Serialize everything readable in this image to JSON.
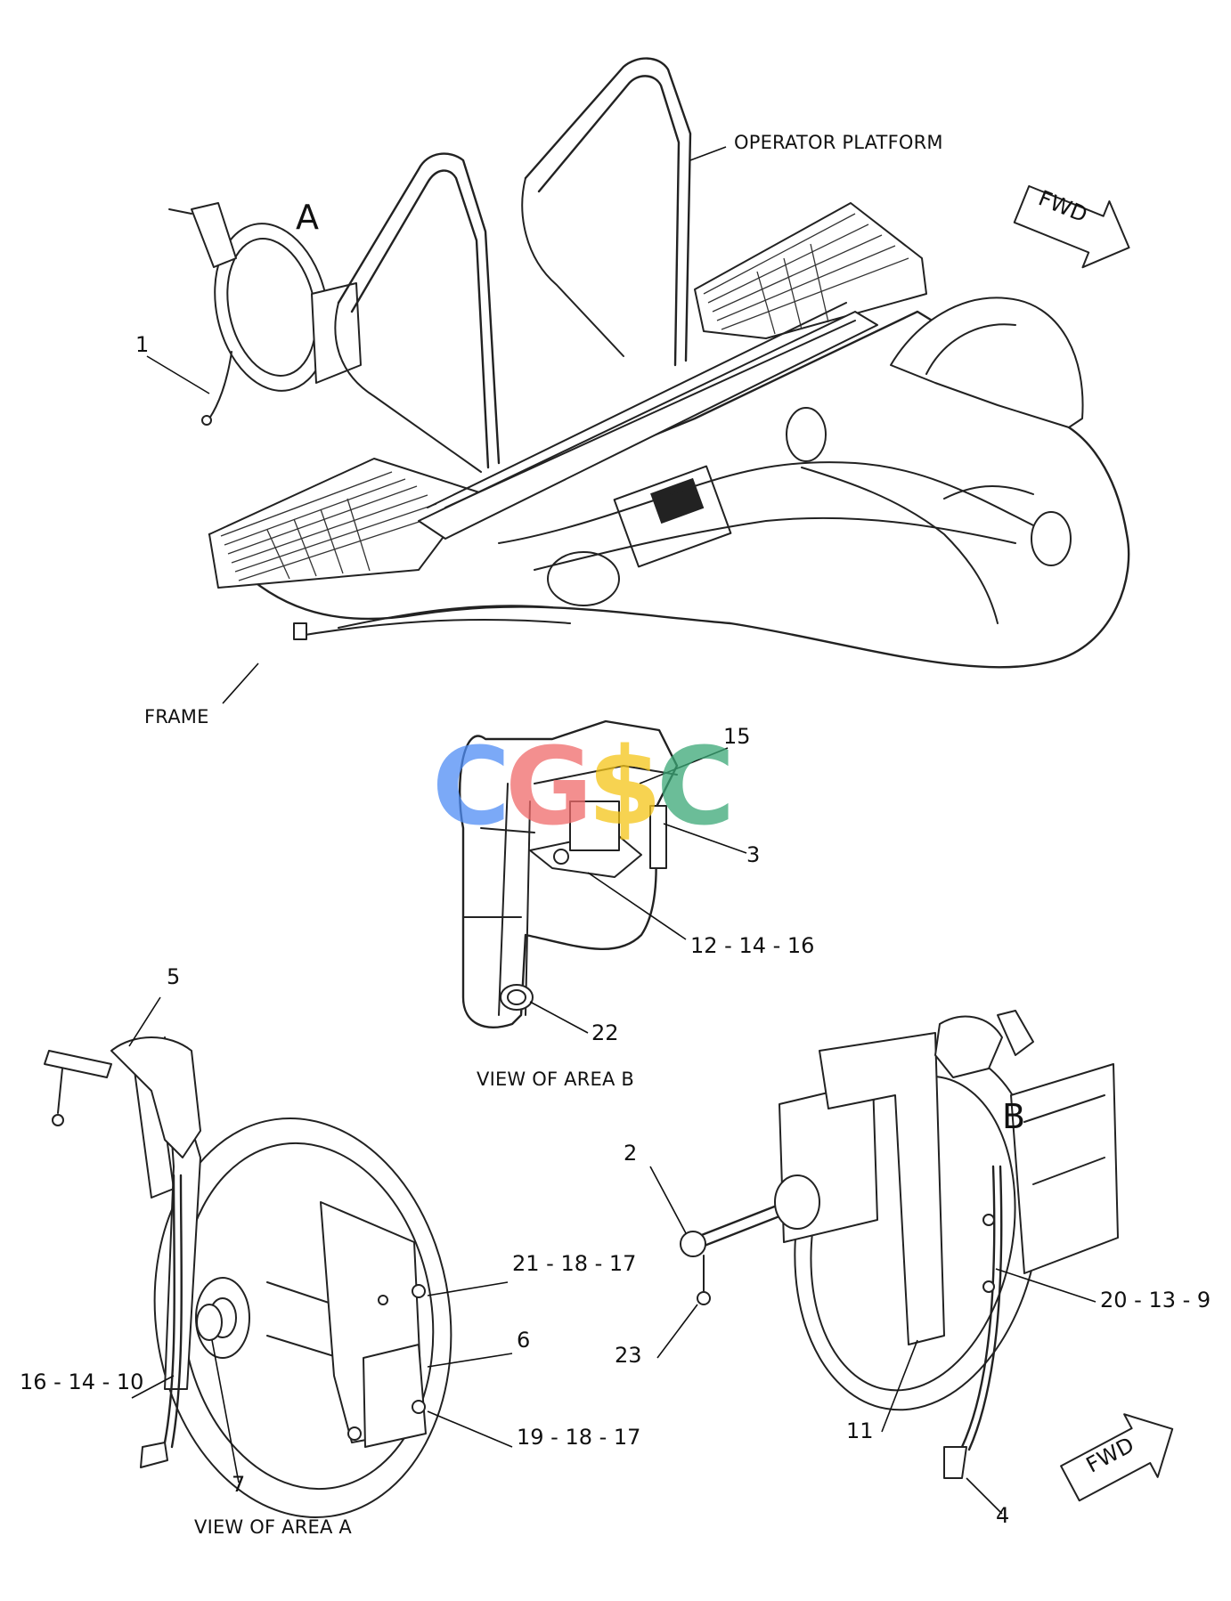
{
  "labels": {
    "operator_platform": "OPERATOR PLATFORM",
    "frame": "FRAME",
    "view_a_marker": "A",
    "view_b_marker": "B",
    "fwd_top": "FWD",
    "fwd_bottom": "FWD",
    "view_area_a": "VIEW OF AREA A",
    "view_area_b": "VIEW OF AREA B"
  },
  "callouts": {
    "c1": "1",
    "c2": "2",
    "c3": "3",
    "c4": "4",
    "c5": "5",
    "c6": "6",
    "c7": "7",
    "c11": "11",
    "c12_14_16": "12 - 14 - 16",
    "c15": "15",
    "c16_14_10": "16 - 14 - 10",
    "c19_18_17": "19 - 18 - 17",
    "c20_13_9": "20 - 13 - 9",
    "c21_18_17": "21 - 18 - 17",
    "c22": "22",
    "c23": "23"
  },
  "watermark": {
    "letters": [
      "C",
      "G",
      "$",
      "C"
    ],
    "colors": [
      "#4f8df5",
      "#f06a6a",
      "#f5c518",
      "#3aa876"
    ]
  }
}
